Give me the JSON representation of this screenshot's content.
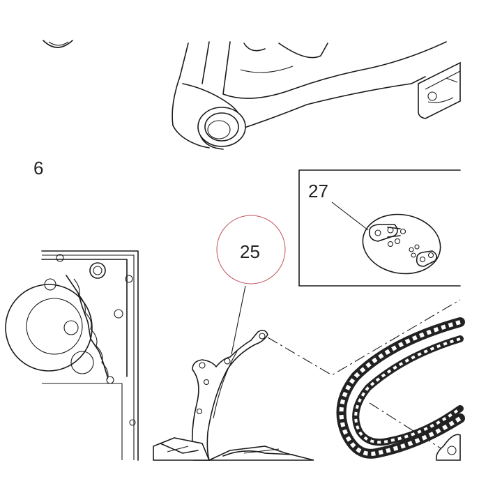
{
  "labels": {
    "part_25": "25",
    "part_27": "27",
    "edge_fragment": "6"
  },
  "colors": {
    "ink": "#1a1a1a",
    "highlight_circle": "#c0505a",
    "background": "#ffffff"
  }
}
